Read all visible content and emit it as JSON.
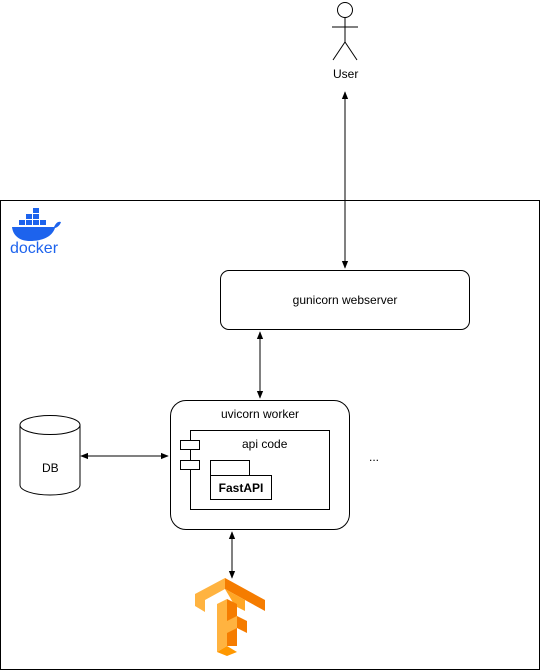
{
  "diagram": {
    "actor": {
      "label": "User"
    },
    "gunicorn": {
      "label": "gunicorn webserver"
    },
    "uvicorn": {
      "label": "uvicorn worker"
    },
    "api_code": {
      "label": "api code"
    },
    "fastapi": {
      "label": "FastAPI"
    },
    "database": {
      "label": "DB"
    },
    "ellipsis": {
      "label": "..."
    },
    "docker_logo": {
      "text": "docker",
      "color": "#1d63ed",
      "icon": "docker-whale-icon"
    },
    "tensorflow_logo": {
      "icon": "tensorflow-icon",
      "color_light": "#ffb340",
      "color_dark": "#f57c00"
    }
  }
}
